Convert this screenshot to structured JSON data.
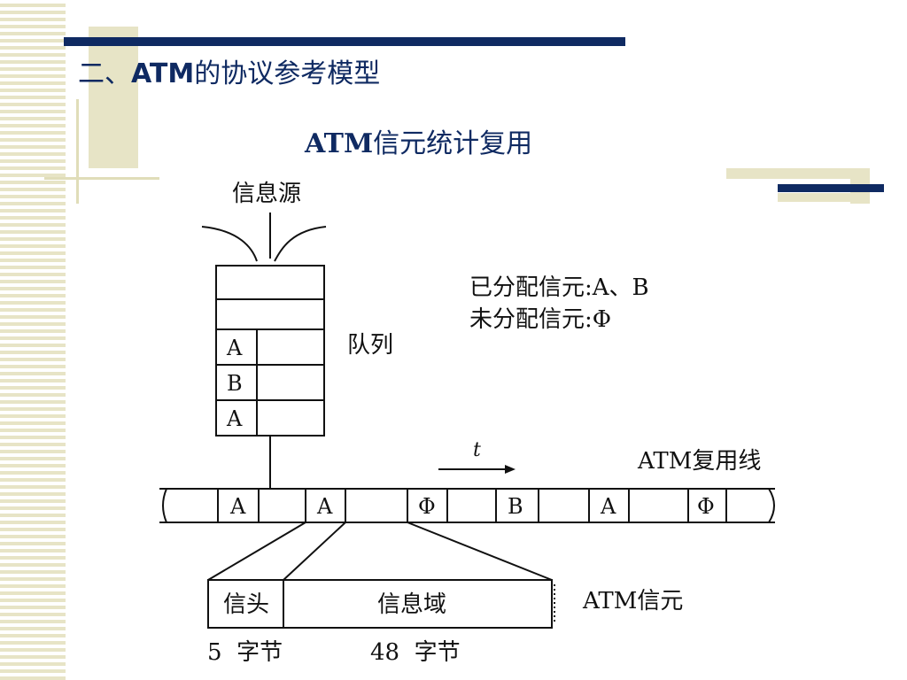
{
  "slide": {
    "title_prefix": "二、",
    "title_bold": "ATM",
    "title_suffix": "的协议参考模型",
    "subtitle_bold": "ATM",
    "subtitle_rest": "信元统计复用"
  },
  "diagram": {
    "source_label": "信息源",
    "queue_label": "队列",
    "legend_assigned": "已分配信元:A、B",
    "legend_unassigned": "未分配信元:Φ",
    "queue_cells": [
      "A",
      "B",
      "A"
    ],
    "time_label": "t",
    "line_label": "ATM复用线",
    "line_cells": [
      "A",
      "A",
      "Φ",
      "B",
      "A",
      "Φ"
    ],
    "cell_header": "信头",
    "cell_payload": "信息域",
    "cell_label": "ATM信元",
    "header_size": "5  字节",
    "payload_size": "48  字节"
  },
  "colors": {
    "navy": "#0f2a62",
    "olive": "#e7e4c6"
  }
}
